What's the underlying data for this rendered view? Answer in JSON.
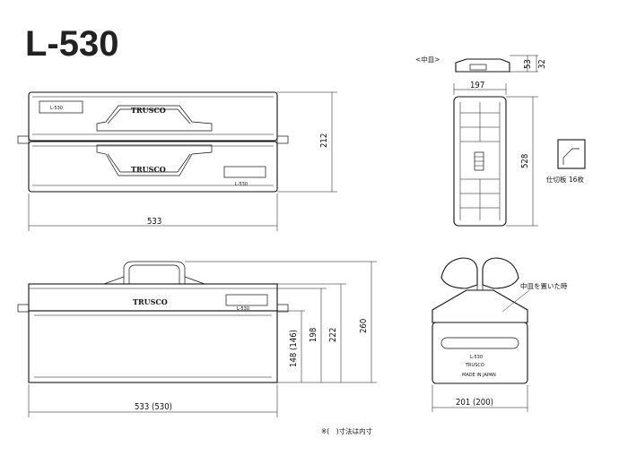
{
  "model": "L-530",
  "views": {
    "top": {
      "width": "533",
      "height": "212",
      "label_left": "L-530",
      "label_right": "L-530",
      "brand_top": "TRUSCO",
      "brand_bottom": "TRUSCO"
    },
    "tray": {
      "label": "<中皿>",
      "height_inner": "53",
      "height_outer": "32"
    },
    "plan": {
      "width": "197",
      "length": "528"
    },
    "divider": {
      "caption": "仕切板 16枚"
    },
    "front": {
      "width": "533 (530)",
      "h1": "148 (146)",
      "h2": "198",
      "h3": "222",
      "h4": "260",
      "brand": "TRUSCO",
      "label": "L-530"
    },
    "side": {
      "width": "201 (200)",
      "annotation": "中皿を置いた時",
      "label": "L-530",
      "brand": "TRUSCO",
      "origin": "MADE IN JAPAN"
    }
  },
  "footnote": "※(　)寸法は内寸"
}
